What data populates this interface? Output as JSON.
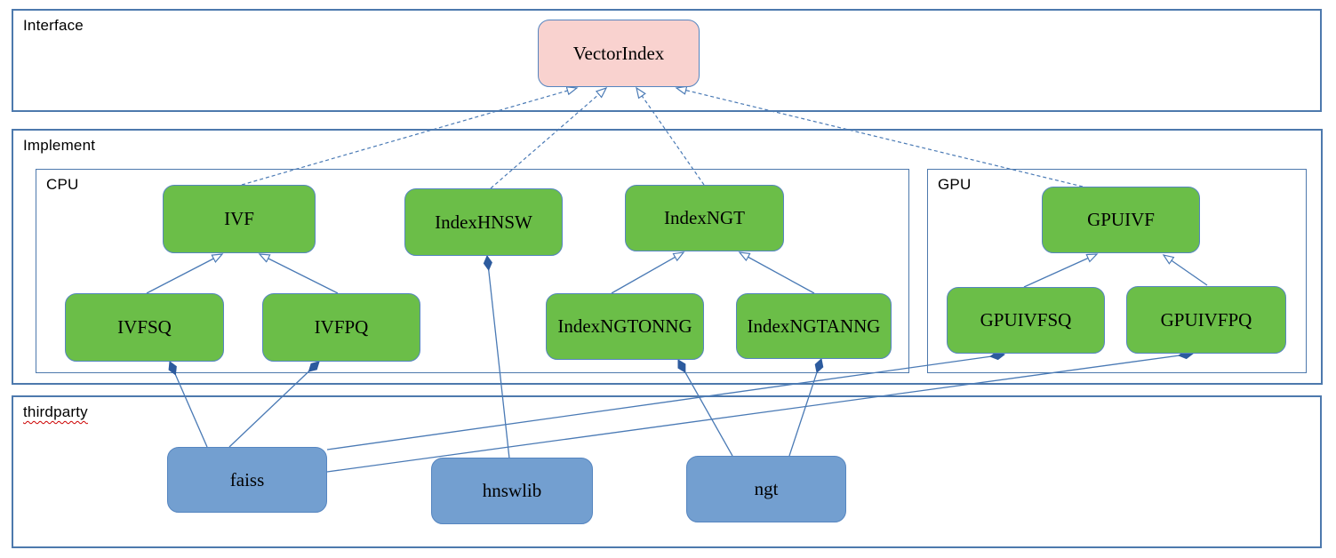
{
  "diagram": {
    "containers": {
      "interface": {
        "label": "Interface"
      },
      "implement": {
        "label": "Implement"
      },
      "cpu": {
        "label": "CPU"
      },
      "gpu": {
        "label": "GPU"
      },
      "thirdparty": {
        "label": "thirdparty"
      }
    },
    "nodes": {
      "vectorindex": {
        "label": "VectorIndex",
        "group": "interface"
      },
      "ivf": {
        "label": "IVF",
        "group": "cpu"
      },
      "indexhnsw": {
        "label": "IndexHNSW",
        "group": "cpu"
      },
      "indexngt": {
        "label": "IndexNGT",
        "group": "cpu"
      },
      "ivfsq": {
        "label": "IVFSQ",
        "group": "cpu"
      },
      "ivfpq": {
        "label": "IVFPQ",
        "group": "cpu"
      },
      "indexngtonng": {
        "label": "IndexNGTONNG",
        "group": "cpu"
      },
      "indexngtanng": {
        "label": "IndexNGTANNG",
        "group": "cpu"
      },
      "gpuivf": {
        "label": "GPUIVF",
        "group": "gpu"
      },
      "gpuivfsq": {
        "label": "GPUIVFSQ",
        "group": "gpu"
      },
      "gpuivfpq": {
        "label": "GPUIVFPQ",
        "group": "gpu"
      },
      "faiss": {
        "label": "faiss",
        "group": "thirdparty"
      },
      "hnswlib": {
        "label": "hnswlib",
        "group": "thirdparty"
      },
      "ngt": {
        "label": "ngt",
        "group": "thirdparty"
      }
    },
    "relations": [
      {
        "from": "IVF",
        "to": "VectorIndex",
        "type": "realization"
      },
      {
        "from": "IndexHNSW",
        "to": "VectorIndex",
        "type": "realization"
      },
      {
        "from": "IndexNGT",
        "to": "VectorIndex",
        "type": "realization"
      },
      {
        "from": "GPUIVF",
        "to": "VectorIndex",
        "type": "realization"
      },
      {
        "from": "IVFSQ",
        "to": "IVF",
        "type": "generalization"
      },
      {
        "from": "IVFPQ",
        "to": "IVF",
        "type": "generalization"
      },
      {
        "from": "IndexNGTONNG",
        "to": "IndexNGT",
        "type": "generalization"
      },
      {
        "from": "IndexNGTANNG",
        "to": "IndexNGT",
        "type": "generalization"
      },
      {
        "from": "GPUIVFSQ",
        "to": "GPUIVF",
        "type": "generalization"
      },
      {
        "from": "GPUIVFPQ",
        "to": "GPUIVF",
        "type": "generalization"
      },
      {
        "from": "faiss",
        "to": "IVFSQ",
        "type": "composition"
      },
      {
        "from": "faiss",
        "to": "IVFPQ",
        "type": "composition"
      },
      {
        "from": "faiss",
        "to": "GPUIVFSQ",
        "type": "composition"
      },
      {
        "from": "faiss",
        "to": "GPUIVFPQ",
        "type": "composition"
      },
      {
        "from": "hnswlib",
        "to": "IndexHNSW",
        "type": "composition"
      },
      {
        "from": "ngt",
        "to": "IndexNGTONNG",
        "type": "composition"
      },
      {
        "from": "ngt",
        "to": "IndexNGTANNG",
        "type": "composition"
      }
    ],
    "colors": {
      "interface_node_fill": "#f9d2cf",
      "implement_node_fill": "#6bbe48",
      "thirdparty_node_fill": "#739fd0",
      "line": "#4a7ab5",
      "diamond_fill": "#2d5b9e",
      "container_border": "#4d79ad",
      "node_border": "#5585c0",
      "spellcheck": "#cc0000"
    }
  }
}
